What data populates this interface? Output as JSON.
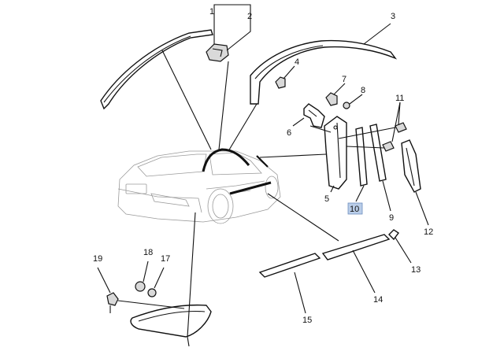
{
  "callouts": {
    "c1": "1",
    "c2": "2",
    "c3": "3",
    "c4": "4",
    "c5": "5",
    "c6": "6",
    "c7": "7",
    "c8": "8",
    "c9": "9",
    "c10": "10",
    "c11": "11",
    "c12": "12",
    "c13": "13",
    "c14": "14",
    "c15": "15",
    "c17": "17",
    "c18": "18",
    "c19": "19"
  },
  "highlighted_callout": "10",
  "colors": {
    "line": "#111111",
    "car_outline": "#9a9a9a",
    "highlight": "#b9cde8"
  }
}
